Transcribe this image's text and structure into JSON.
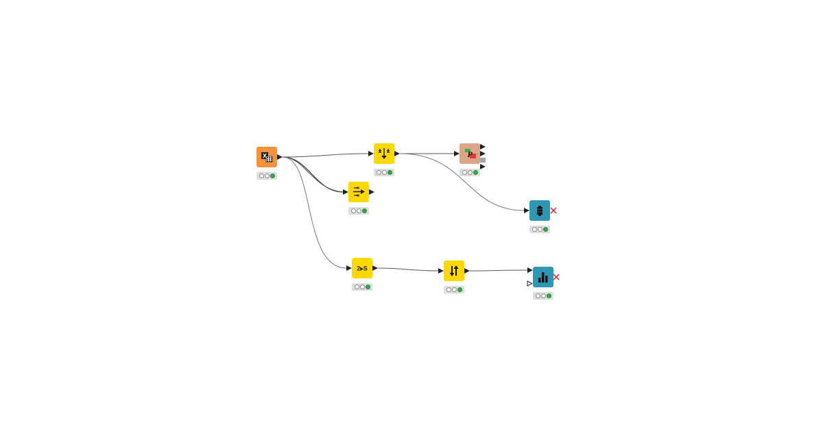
{
  "workflow": {
    "colors": {
      "source": "#F7923A",
      "manipulator": "#FFD800",
      "flow_control": "#D9A688",
      "visualizer": "#2E97B4",
      "status_ok": "#30A84A",
      "connection": "#555555"
    },
    "nodes": [
      {
        "id": "n1",
        "type": "excel-reader",
        "icon": "excel-table-icon",
        "color": "#F7923A",
        "glyph_text": "X",
        "status": "executed"
      },
      {
        "id": "n2",
        "type": "column-filter",
        "icon": "filter-arrows-icon",
        "color": "#FFD800",
        "glyph_text": "",
        "status": "executed"
      },
      {
        "id": "n3",
        "type": "parameter-loop",
        "icon": "loop-p-icon",
        "color": "#D9A688",
        "glyph_text": "P",
        "status": "executed"
      },
      {
        "id": "n4",
        "type": "column-merger",
        "icon": "merge-arrows-icon",
        "color": "#FFD800",
        "glyph_text": "",
        "status": "executed"
      },
      {
        "id": "n5",
        "type": "data-view",
        "icon": "database-icon",
        "color": "#2E97B4",
        "glyph_text": "",
        "status": "executed",
        "has_error_mark": true
      },
      {
        "id": "n6",
        "type": "number-to-string",
        "icon": "number-to-string-icon",
        "color": "#FFD800",
        "glyph_text": "2▸S",
        "status": "executed"
      },
      {
        "id": "n7",
        "type": "sorter",
        "icon": "sort-arrows-icon",
        "color": "#FFD800",
        "glyph_text": "",
        "status": "executed"
      },
      {
        "id": "n8",
        "type": "bar-chart",
        "icon": "bar-chart-icon",
        "color": "#2E97B4",
        "glyph_text": "",
        "status": "executed",
        "has_error_mark": true
      }
    ],
    "connections": [
      {
        "from": "n1",
        "to": "n2"
      },
      {
        "from": "n1",
        "to": "n4"
      },
      {
        "from": "n1",
        "to": "n4"
      },
      {
        "from": "n1",
        "to": "n6"
      },
      {
        "from": "n2",
        "to": "n3"
      },
      {
        "from": "n2",
        "to": "n5"
      },
      {
        "from": "n6",
        "to": "n7"
      },
      {
        "from": "n7",
        "to": "n8"
      }
    ]
  }
}
